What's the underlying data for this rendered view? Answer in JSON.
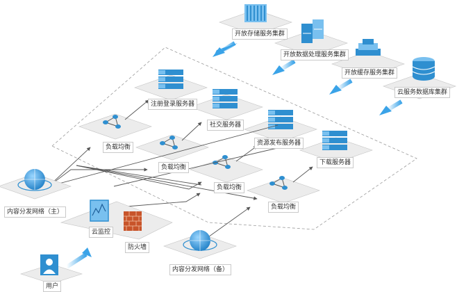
{
  "diagram": {
    "clusters": {
      "storage": "开放存储服务集群",
      "data_processing": "开放数据处理服务集群",
      "cache": "开放缓存服务集群",
      "database": "云服务数据库集群"
    },
    "servers": {
      "login": "注册登录服务器",
      "social": "社交服务器",
      "publish": "资源发布服务器",
      "download": "下载服务器"
    },
    "balancers": {
      "lb1": "负载均衡",
      "lb2": "负载均衡",
      "lb3": "负载均衡",
      "lb4": "负载均衡"
    },
    "cdn_primary": "内容分发网络（主）",
    "cdn_backup": "内容分发网络（备）",
    "monitor": "云监控",
    "firewall": "防火墙",
    "user": "用户"
  },
  "colors": {
    "tile": "#ececec",
    "tile_edge": "#c4c4c4",
    "server_blue": "#2f8fd0",
    "server_light": "#79c0ef",
    "arrow_blue": "#3aa3e8",
    "firewall_red": "#c8542a",
    "line": "#555555"
  },
  "icons": [
    "server-stack-icon",
    "load-balancer-icon",
    "globe-icon",
    "monitor-icon",
    "firewall-icon",
    "user-icon",
    "database-icon"
  ]
}
